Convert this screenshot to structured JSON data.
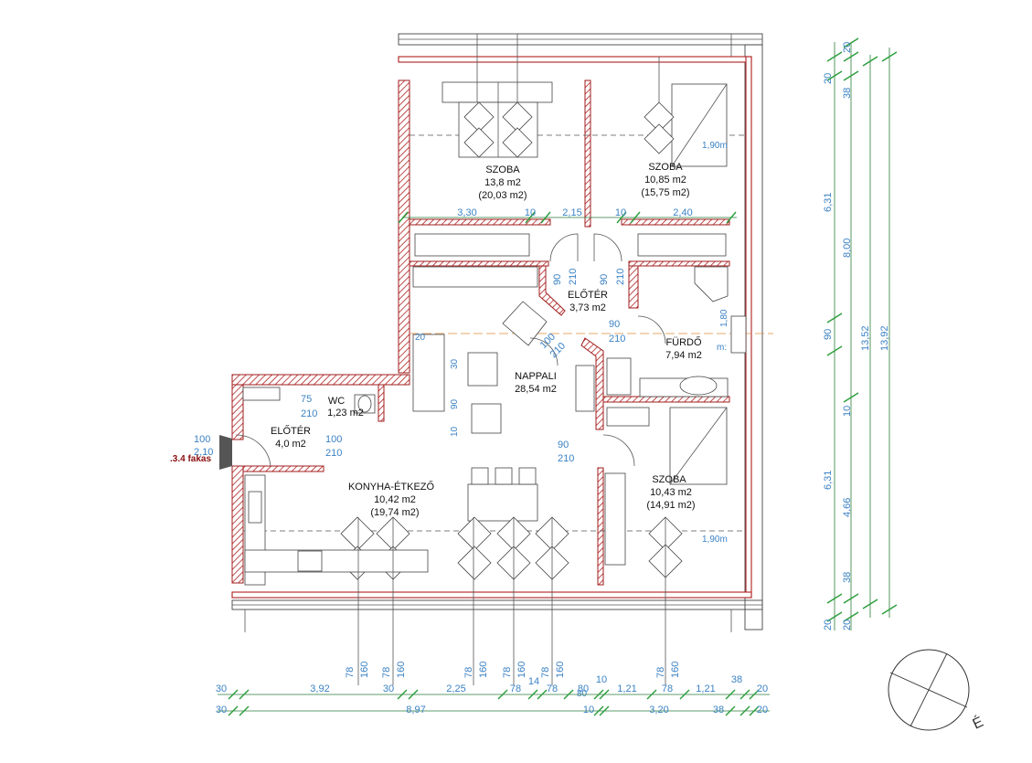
{
  "rooms": [
    {
      "name": "SZOBA",
      "area": "13,8 m2",
      "gross": "(20,03 m2)"
    },
    {
      "name": "SZOBA",
      "area": "10,85 m2",
      "gross": "(15,75 m2)"
    },
    {
      "name": "ELŐTÉR",
      "area": "3,73 m2"
    },
    {
      "name": "FÜRDŐ",
      "area": "7,94 m2"
    },
    {
      "name": "NAPPALI",
      "area": "28,54 m2"
    },
    {
      "name": "WC",
      "area": "1,23 m2"
    },
    {
      "name": "ELŐTÉR",
      "area": "4,0 m2"
    },
    {
      "name": "KONYHA-ÉTKEZŐ",
      "area": "10,42 m2",
      "gross": "(19,74 m2)"
    },
    {
      "name": "SZOBA",
      "area": "10,43 m2",
      "gross": "(14,91 m2)"
    }
  ],
  "interior_dims": [
    "3,30",
    "10",
    "2,15",
    "10",
    "2,40"
  ],
  "door_dims": [
    {
      "w": "90",
      "h": "210"
    },
    {
      "w": "90",
      "h": "210"
    },
    {
      "w": "90",
      "h": "210"
    },
    {
      "w": "100",
      "h": "210"
    },
    {
      "w": "90",
      "h": "210"
    },
    {
      "w": "100",
      "h": "210"
    },
    {
      "w": "75",
      "h": "210"
    }
  ],
  "extra_labels": [
    "1,90m",
    "1,90m",
    "80",
    "1,80",
    "m:",
    "20",
    "30",
    "90",
    "10"
  ],
  "entry_door": {
    "w": "100",
    "h": "2,10"
  },
  "stair_note": ".3.4 fakas",
  "window_dims": [
    {
      "w": "78",
      "h": "160"
    },
    {
      "w": "78",
      "h": "160"
    },
    {
      "w": "78",
      "h": "160"
    },
    {
      "w": "78",
      "h": "160"
    },
    {
      "w": "78",
      "h": "160"
    },
    {
      "w": "78",
      "h": "160"
    }
  ],
  "bottom_dims_row1": [
    "30",
    "3,92",
    "30",
    "2,25",
    "78",
    "14",
    "78",
    "80",
    "10",
    "1,21",
    "78",
    "1,21",
    "38",
    "20"
  ],
  "bottom_dims_row2": [
    "30",
    "8,97",
    "10",
    "3,20",
    "38",
    "20"
  ],
  "right_dims_col1": [
    "20",
    "38",
    "6,31",
    "90",
    "10",
    "6,31",
    "38",
    "20"
  ],
  "right_dims_col2": [
    "20",
    "8,00",
    "4,66",
    "20"
  ],
  "right_dims_col3": [
    "13,52"
  ],
  "right_dims_col4": [
    "13,92"
  ],
  "compass_label": "É",
  "colors": {
    "wall": "#b02020",
    "dimension": "#3b82c4",
    "dimension_line": "#2a9d3a",
    "axis": "#e08a3a"
  }
}
